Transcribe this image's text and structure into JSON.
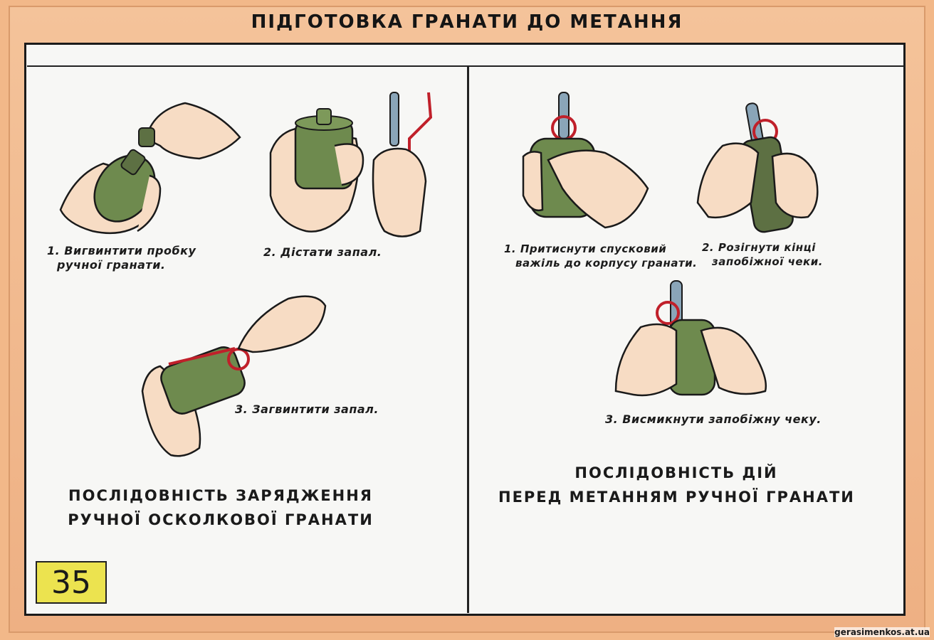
{
  "title": "ПІДГОТОВКА ГРАНАТИ ДО МЕТАННЯ",
  "left_panel": {
    "steps": [
      {
        "line1": "1. Вигвинтити пробку",
        "line2": "ручної гранати."
      },
      {
        "line1": "2.  Дістати запал."
      },
      {
        "line1": "3.  Загвинтити запал."
      }
    ],
    "heading_line1": "ПОСЛІДОВНІСТЬ ЗАРЯДЖЕННЯ",
    "heading_line2": "РУЧНОЇ ОСКОЛКОВОЇ ГРАНАТИ"
  },
  "right_panel": {
    "steps": [
      {
        "line1": "1.  Притиснути спусковий",
        "line2": "важіль до корпусу гранати."
      },
      {
        "line1": "2. Розігнути кінці",
        "line2": "запобіжної чеки."
      },
      {
        "line1": "3. Висмикнути запобіжну чеку."
      }
    ],
    "heading_line1": "ПОСЛІДОВНІСТЬ  ДІЙ",
    "heading_line2": "ПЕРЕД  МЕТАННЯМ  РУЧНОЇ  ГРАНАТИ"
  },
  "page_number": "35",
  "watermark": "gerasimenkos.at.ua",
  "colors": {
    "frame": "#f2b889",
    "sheet": "#f7f7f5",
    "grenade": "#6e8a4e",
    "skin": "#f7dcc4",
    "ring": "#c0202a",
    "fuse": "#8aa5b8",
    "badge": "#ece34f"
  }
}
